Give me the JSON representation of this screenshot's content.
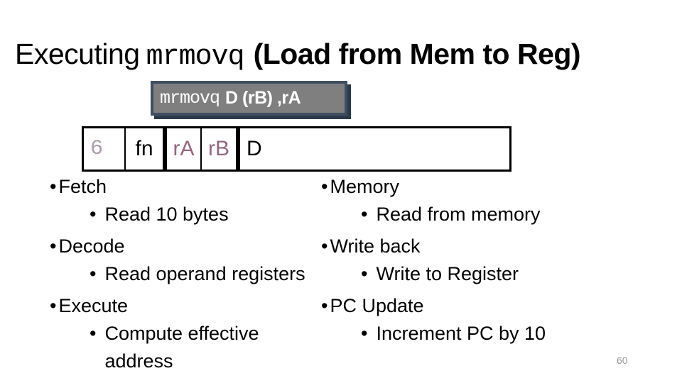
{
  "title": {
    "prefix": "Executing",
    "code": "mrmovq",
    "emphasis": "(Load from Mem to Reg)"
  },
  "instruction": {
    "code": "mrmovq",
    "operands": "D (rB) ,rA"
  },
  "encoding": {
    "cells": [
      {
        "text": "6"
      },
      {
        "text": "fn"
      },
      {
        "text": "rA"
      },
      {
        "text": "rB"
      },
      {
        "text": "D"
      }
    ]
  },
  "stages": {
    "left": [
      {
        "level": 1,
        "text": "Fetch"
      },
      {
        "level": 2,
        "text": "Read 10 bytes"
      },
      {
        "level": 1,
        "text": "Decode"
      },
      {
        "level": 2,
        "text": "Read operand registers"
      },
      {
        "level": 1,
        "text": "Execute"
      },
      {
        "level": 2,
        "text": "Compute effective\naddress"
      }
    ],
    "right": [
      {
        "level": 1,
        "text": "Memory"
      },
      {
        "level": 2,
        "text": "Read from memory"
      },
      {
        "level": 1,
        "text": "Write back"
      },
      {
        "level": 2,
        "text": "Write to Register"
      },
      {
        "level": 1,
        "text": "PC Update"
      },
      {
        "level": 2,
        "text": "Increment PC by 10"
      }
    ]
  },
  "page_number": "60",
  "colors": {
    "accent_border": "#3f4f61",
    "box_shadow": "#2c3a49",
    "box_fill": "#7f7f7f",
    "opcode_text": "#ad9bad",
    "register_text": "#96657f",
    "page_number_text": "#969696",
    "body_text": "#000000"
  }
}
